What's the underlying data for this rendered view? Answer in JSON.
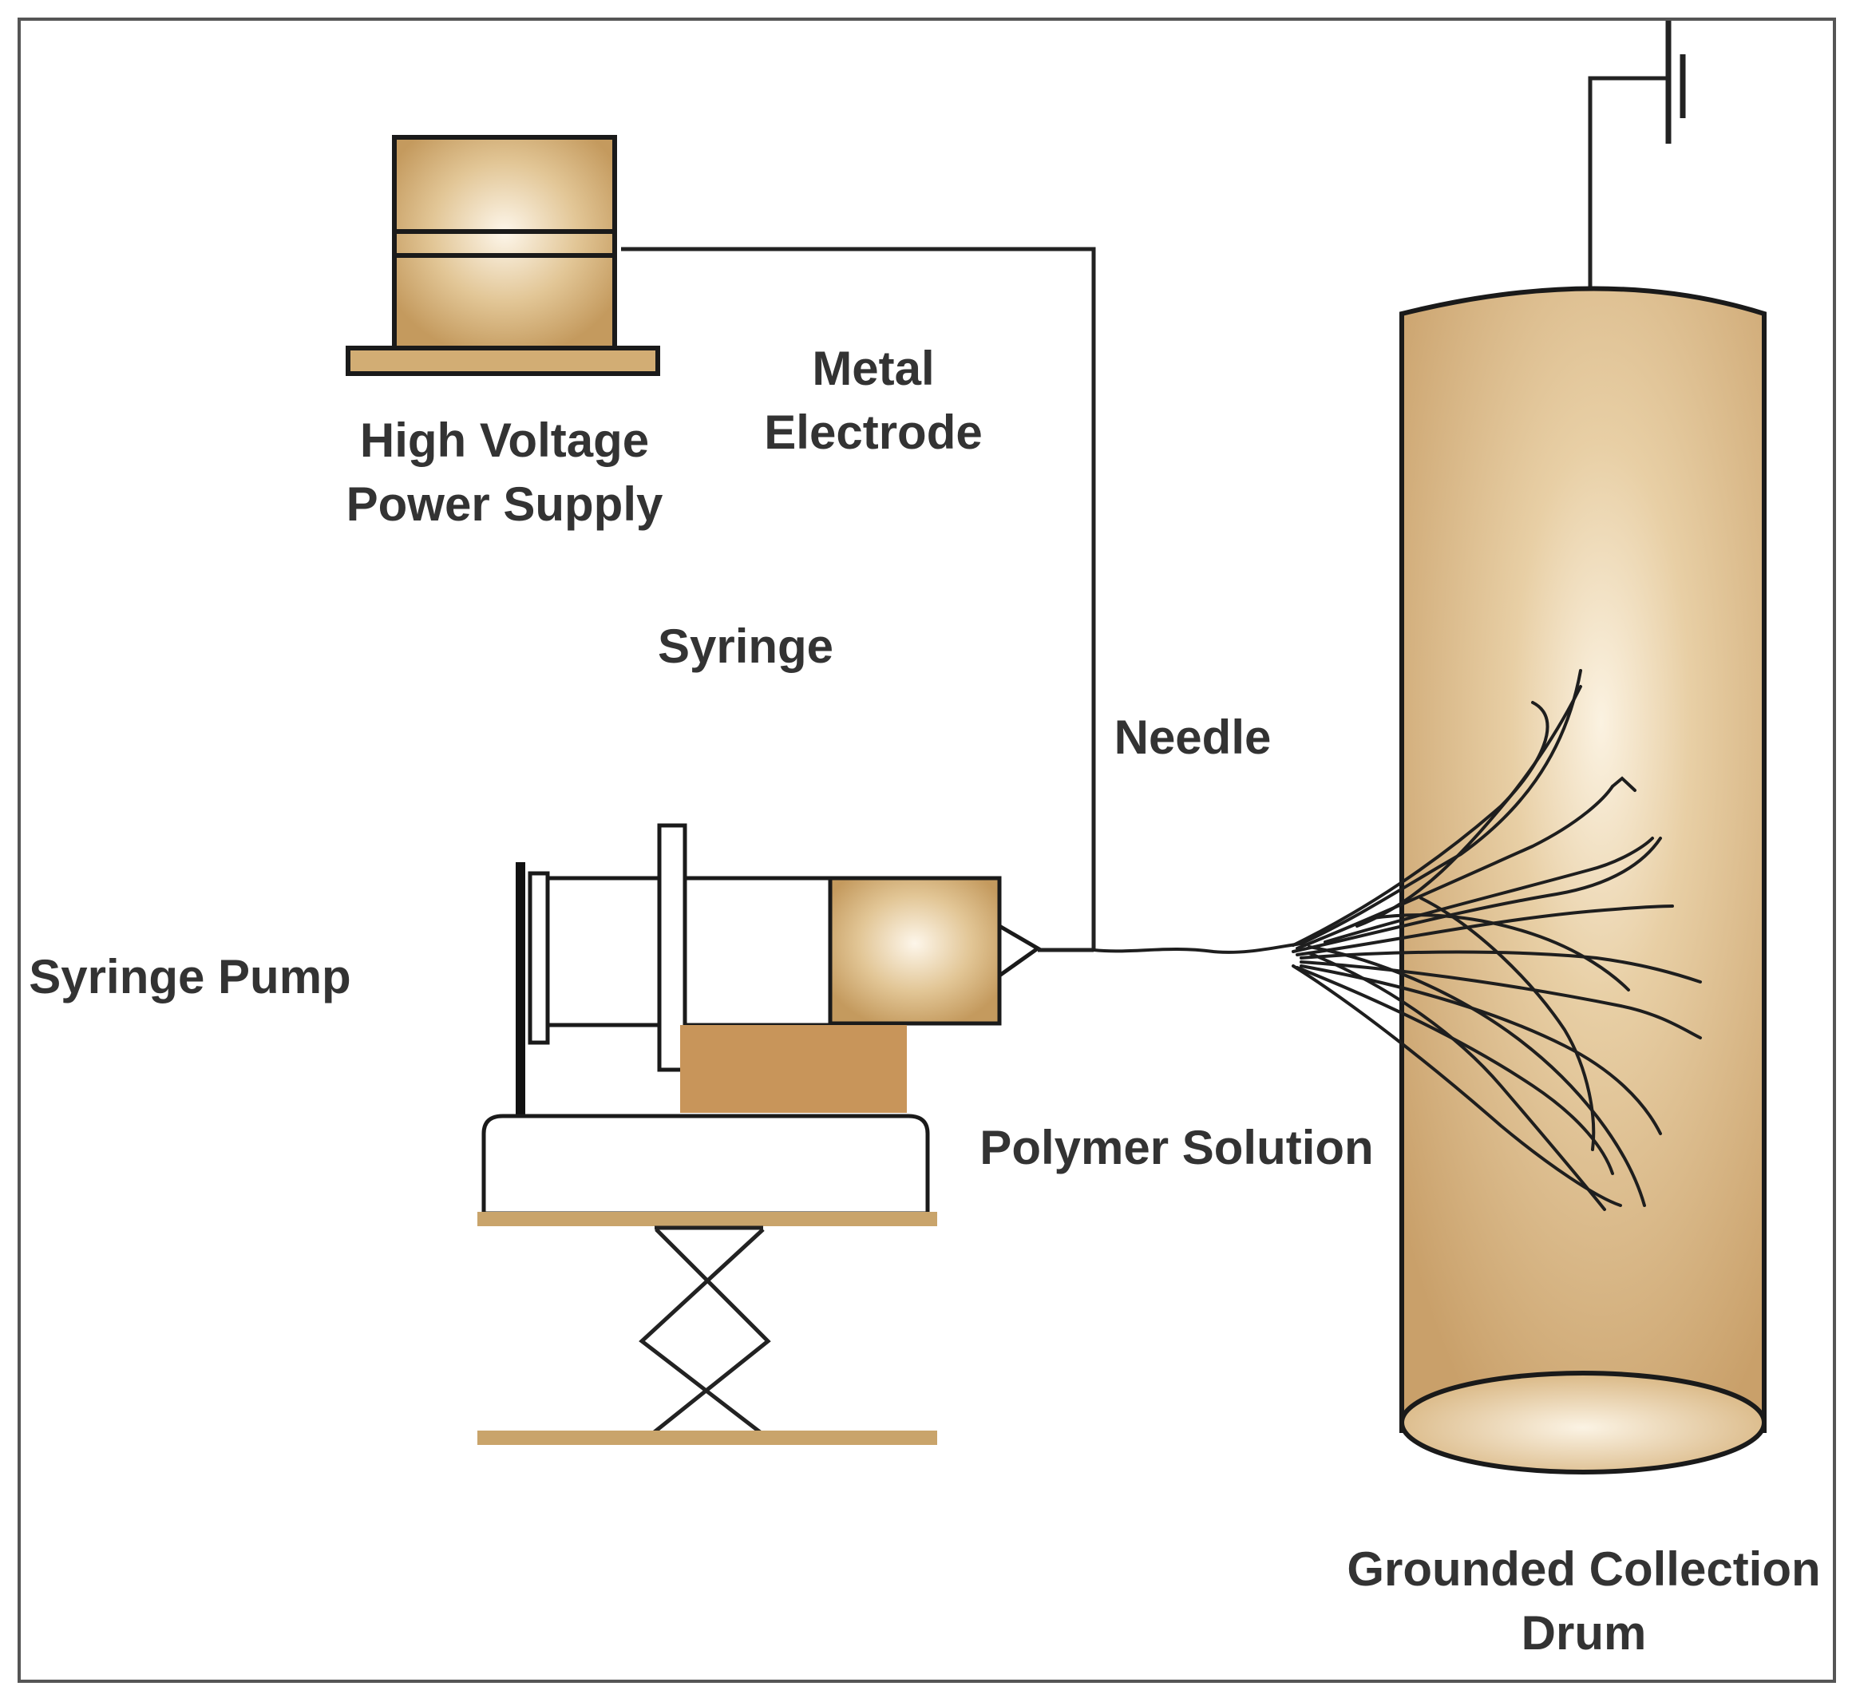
{
  "labels": {
    "hv_line1": "High Voltage",
    "hv_line2": "Power Supply",
    "electrode_line1": "Metal",
    "electrode_line2": "Electrode",
    "syringe": "Syringe",
    "needle": "Needle",
    "syringe_pump": "Syringe Pump",
    "polymer_solution": "Polymer Solution",
    "drum_line1": "Grounded Collection",
    "drum_line2": "Drum"
  },
  "colors": {
    "tan": "#c9a46b",
    "tan_light": "#f6ead3",
    "tan_dark": "#b8874f",
    "outline": "#1a1a1a",
    "border": "#555555"
  }
}
